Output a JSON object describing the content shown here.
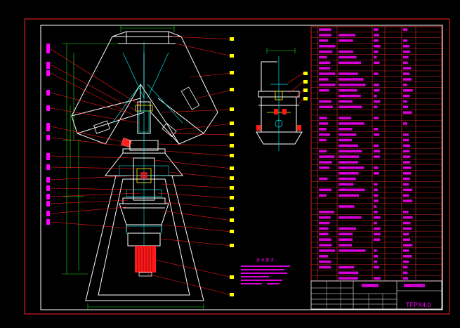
{
  "drawing": {
    "code": "TFPX4.0",
    "title_block_labels": [
      "",
      ""
    ],
    "tech_requirements_title": "技 术 要 求"
  },
  "colors": {
    "background": "#000000",
    "frame": "#ff2020",
    "outline": "#ffffff",
    "leader": "#ff1a1a",
    "dimension": "#19e619",
    "table_text": "#ff00ff",
    "table_grid": "#ff3030",
    "cyan": "#00e5e5",
    "yellow": "#ffff00",
    "note_text": "#ff00ff"
  },
  "bom": {
    "row_count": 46
  }
}
